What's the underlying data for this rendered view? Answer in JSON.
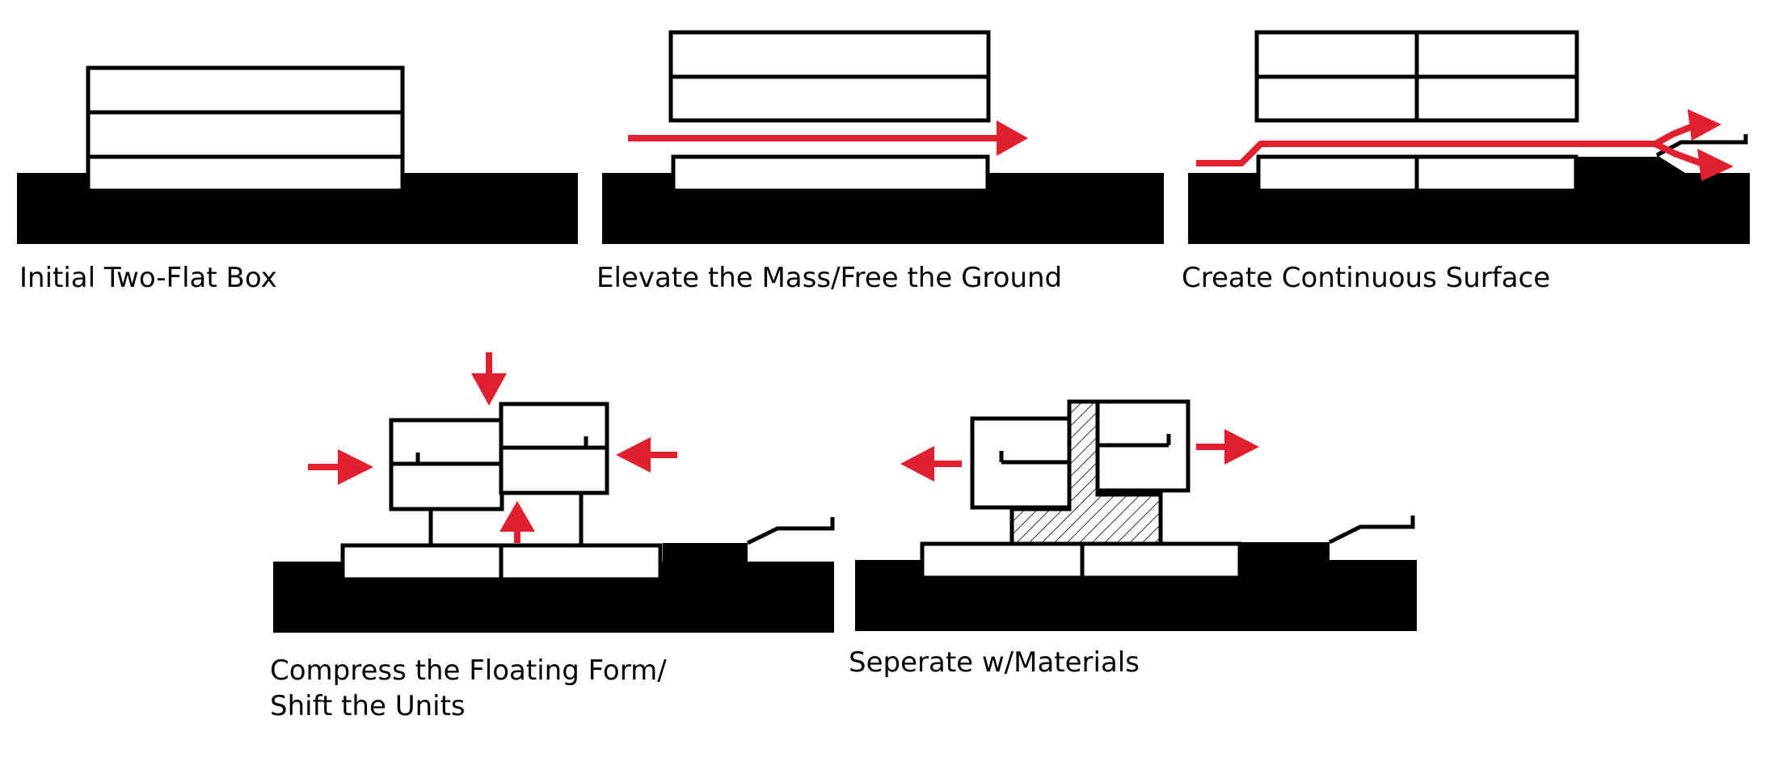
{
  "colors": {
    "ink": "#000000",
    "accent": "#e0202e",
    "paper": "#ffffff"
  },
  "steps": [
    {
      "caption": "Initial Two-Flat Box"
    },
    {
      "caption": "Elevate the Mass/Free the Ground"
    },
    {
      "caption": "Create Continuous Surface"
    },
    {
      "caption_line1": "Compress the Floating Form/",
      "caption_line2": "Shift the Units"
    },
    {
      "caption": "Seperate w/Materials"
    }
  ]
}
